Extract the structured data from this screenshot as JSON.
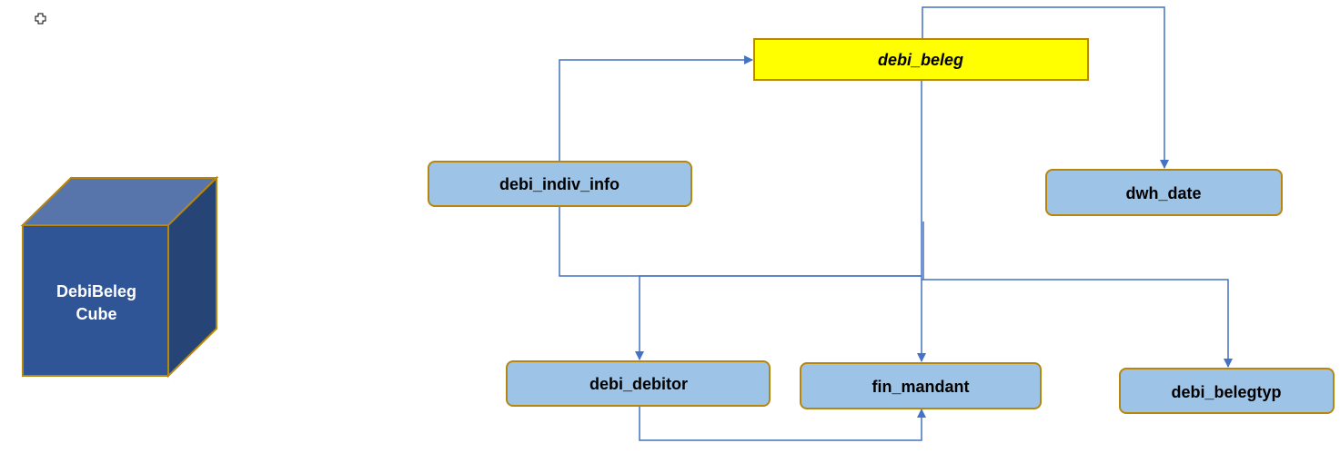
{
  "colors": {
    "fact_fill": "#ffff00",
    "dimension_fill": "#9dc3e6",
    "node_border": "#b8860b",
    "connector": "#4472c4",
    "cube_front": "#2f5597",
    "cube_top": "#5775ab",
    "cube_side": "#274476",
    "cube_label": "#ffffff"
  },
  "cube": {
    "line1": "DebiBeleg",
    "line2": "Cube"
  },
  "fact_table": {
    "label": "debi_beleg"
  },
  "dimensions": {
    "indiv_info": "debi_indiv_info",
    "date": "dwh_date",
    "debitor": "debi_debitor",
    "mandant": "fin_mandant",
    "belegtyp": "debi_belegtyp"
  },
  "icons": {
    "drag_handle": "move-cross-icon"
  }
}
